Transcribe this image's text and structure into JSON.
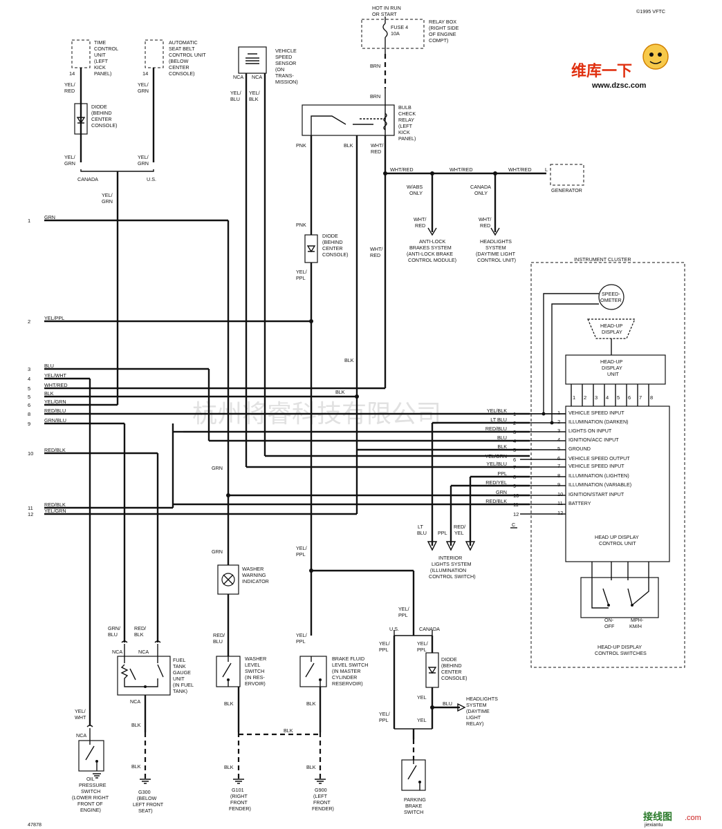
{
  "copyright": "©1995 VFTC",
  "figure_id": "47878",
  "watermark": "杭州将睿科技有限公司",
  "logo": {
    "top": "维库一下",
    "url": "www.dzsc.com",
    "bottom_cn": "接线图",
    "bottom_url": "jiexiantu",
    "bottom_tld": ".com"
  },
  "top": {
    "hot_line1": "HOT IN RUN",
    "hot_line2": "OR START",
    "relay_box": [
      "RELAY BOX",
      "(RIGHT SIDE",
      "OF ENGINE",
      "COMPT)"
    ],
    "fuse": [
      "FUSE 4",
      "10A"
    ],
    "brn1": "BRN",
    "brn2": "BRN",
    "bulb_check": [
      "BULB",
      "CHECK",
      "RELAY",
      "(LEFT",
      "KICK",
      "PANEL)"
    ],
    "time_control": [
      "TIME",
      "CONTROL",
      "UNIT",
      "(LEFT",
      "KICK",
      "PANEL)"
    ],
    "auto_seat": [
      "AUTOMATIC",
      "SEAT BELT",
      "CONTROL UNIT",
      "(BELOW",
      "CENTER",
      "CONSOLE)"
    ],
    "pin14": "14",
    "yel_red": [
      "YEL/",
      "RED"
    ],
    "yel_grn": [
      "YEL/",
      "GRN"
    ],
    "diode1": [
      "DIODE",
      "(BEHIND",
      "CENTER",
      "CONSOLE)"
    ],
    "canada": "CANADA",
    "us": "U.S.",
    "vss": [
      "VEHICLE",
      "SPEED",
      "SENSOR",
      "(ON",
      "TRANS-",
      "MISSION)"
    ],
    "nca": "NCA",
    "yel_blu": [
      "YEL/",
      "BLU"
    ],
    "yel_blk": [
      "YEL/",
      "BLK"
    ],
    "pnk": "PNK",
    "blk": "BLK",
    "wht_red": [
      "WHT/",
      "RED"
    ],
    "whtred_bus": "WHT/RED",
    "l": "L",
    "generator": "GENERATOR",
    "wvabs": [
      "W/ABS",
      "ONLY"
    ],
    "canada_only": [
      "CANADA",
      "ONLY"
    ],
    "abs": [
      "ANTI-LOCK",
      "BRAKES SYSTEM",
      "(ANTI-LOCK BRAKE",
      "CONTROL MODULE)"
    ],
    "headlights": [
      "HEADLIGHTS",
      "SYSTEM",
      "(DAYTIME LIGHT",
      "CONTROL UNIT)"
    ],
    "yel_ppl": [
      "YEL/",
      "PPL"
    ]
  },
  "left_wires": [
    {
      "num": "1",
      "color": "GRN"
    },
    {
      "num": "2",
      "color": "YEL/PPL"
    },
    {
      "num": "3",
      "color": "BLU"
    },
    {
      "num": "4",
      "color": "YEL/WHT"
    },
    {
      "num": "5",
      "color": "WHT/RED"
    },
    {
      "num": "5",
      "color": "BLK"
    },
    {
      "num": "6",
      "color": "YEL/GRN"
    },
    {
      "num": "8",
      "color": "RED/BLU"
    },
    {
      "num": "9",
      "color": "GRN/BLU"
    },
    {
      "num": "10",
      "color": "RED/BLK"
    },
    {
      "num": "11",
      "color": "RED/BLK"
    },
    {
      "num": "12",
      "color": "YEL/GRN"
    }
  ],
  "connector_pins": [
    {
      "num": "1",
      "wire": "YEL/BLK",
      "fn": "VEHICLE SPEED INPUT"
    },
    {
      "num": "2",
      "wire": "LT BLU",
      "fn": "ILLUMINATION (DARKEN)"
    },
    {
      "num": "3",
      "wire": "RED/BLU",
      "fn": "LIGHTS ON INPUT"
    },
    {
      "num": "4",
      "wire": "BLU",
      "fn": "IGNITION/ACC INPUT"
    },
    {
      "num": "5",
      "wire": "BLK",
      "fn": "GROUND"
    },
    {
      "num": "6",
      "wire": "YEL/GRN",
      "fn": "VEHICLE SPEED OUTPUT"
    },
    {
      "num": "7",
      "wire": "YEL/BLU",
      "fn": "VEHICLE SPEED INPUT"
    },
    {
      "num": "8",
      "wire": "PPL",
      "fn": "ILLUMINATION (LIGHTEN)"
    },
    {
      "num": "9",
      "wire": "RED/YEL",
      "fn": "ILLUMINATION (VARIABLE)"
    },
    {
      "num": "10",
      "wire": "GRN",
      "fn": "IGNITION/START INPUT"
    },
    {
      "num": "11",
      "wire": "RED/BLK",
      "fn": "BATTERY"
    },
    {
      "num": "12",
      "wire": "",
      "fn": ""
    }
  ],
  "connector_letter": "C",
  "cluster": {
    "title": "INSTRUMENT CLUSTER",
    "speedometer": [
      "SPEED-",
      "OMETER"
    ],
    "hud": [
      "HEAD-UP",
      "DISPLAY"
    ],
    "hud_unit": [
      "HEAD-UP",
      "DISPLAY",
      "UNIT"
    ],
    "hud_pins": [
      "1",
      "2",
      "3",
      "4",
      "5",
      "6",
      "7",
      "8"
    ],
    "control_unit": [
      "HEAD UP DISPLAY",
      "CONTROL UNIT"
    ],
    "switch_onoff": [
      "ON-",
      "OFF"
    ],
    "switch_mph": [
      "MPH-",
      "KM/H"
    ],
    "switches_label": [
      "HEAD-UP DISPLAY",
      "CONTROL SWITCHES"
    ]
  },
  "interior": {
    "wires": [
      [
        "LT",
        "BLU"
      ],
      [
        "PPL"
      ],
      [
        "RED/",
        "YEL"
      ]
    ],
    "label": [
      "INTERIOR",
      "LIGHTS SYSTEM",
      "(ILLUMINATION",
      "CONTROL SWITCH)"
    ]
  },
  "bottom": {
    "grn": "GRN",
    "washer_ind": [
      "WASHER",
      "WARNING",
      "INDICATOR"
    ],
    "red_blu": [
      "RED/",
      "BLU"
    ],
    "washer_sw": [
      "WASHER",
      "LEVEL",
      "SWITCH",
      "(IN RES-",
      "ERVOIR)"
    ],
    "brake_sw": [
      "BRAKE FLUID",
      "LEVEL SWITCH",
      "(IN MASTER",
      "CYLINDER",
      "RESERVOIR)"
    ],
    "blk": "BLK",
    "g101": [
      "G101",
      "(RIGHT",
      "FRONT",
      "FENDER)"
    ],
    "g900": [
      "G900",
      "(LEFT",
      "FRONT",
      "FENDER)"
    ],
    "fuel": [
      "FUEL",
      "TANK",
      "GAUGE",
      "UNIT",
      "(IN FUEL",
      "TANK)"
    ],
    "grn_blu": [
      "GRN/",
      "BLU"
    ],
    "red_blk": [
      "RED/",
      "BLK"
    ],
    "g300": [
      "G300",
      "(BELOW",
      "LEFT FRONT",
      "SEAT)"
    ],
    "yel_wht": [
      "YEL/",
      "WHT"
    ],
    "oil": [
      "OIL",
      "PRESSURE",
      "SWITCH",
      "(LOWER RIGHT",
      "FRONT OF",
      "ENGINE)"
    ],
    "us": "U.S.",
    "canada": "CANADA",
    "yel": "YEL",
    "blu": "BLU",
    "diode2": [
      "DIODE",
      "(BEHIND",
      "CENTER",
      "CONSOLE)"
    ],
    "headlights2": [
      "HEADLIGHTS",
      "SYSTEM",
      "(DAYTIME",
      "LIGHT",
      "RELAY)"
    ],
    "parking": [
      "PARKING",
      "BRAKE",
      "SWITCH"
    ]
  }
}
